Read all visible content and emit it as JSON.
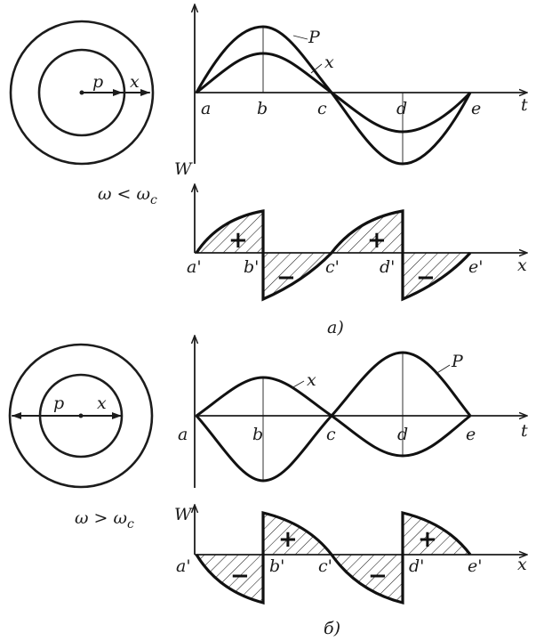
{
  "colors": {
    "ink": "#111111",
    "paper": "#ffffff"
  },
  "panel_a": {
    "condition": "ω < ω",
    "condition_sub": "c",
    "caption": "a)",
    "circle": {
      "label_p": "p",
      "label_x": "x"
    },
    "top": {
      "t_axis_label": "t",
      "curve_p_label": "P",
      "curve_x_label": "x",
      "points": [
        "a",
        "b",
        "c",
        "d",
        "e"
      ]
    },
    "bottom": {
      "w_axis_label": "W",
      "x_axis_label": "x",
      "points": [
        "a'",
        "b'",
        "c'",
        "d'",
        "e'"
      ],
      "signs": [
        "+",
        "−",
        "+",
        "−"
      ]
    }
  },
  "panel_b": {
    "condition": "ω > ω",
    "condition_sub": "c",
    "caption": "б)",
    "circle": {
      "label_p": "p",
      "label_x": "x"
    },
    "top": {
      "t_axis_label": "t",
      "curve_p_label": "P",
      "curve_x_label": "x",
      "points": [
        "a",
        "b",
        "c",
        "d",
        "e"
      ]
    },
    "bottom": {
      "w_axis_label": "W",
      "x_axis_label": "x",
      "points": [
        "a'",
        "b'",
        "c'",
        "d'",
        "e'"
      ],
      "signs": [
        "−",
        "+",
        "−",
        "+"
      ]
    }
  }
}
